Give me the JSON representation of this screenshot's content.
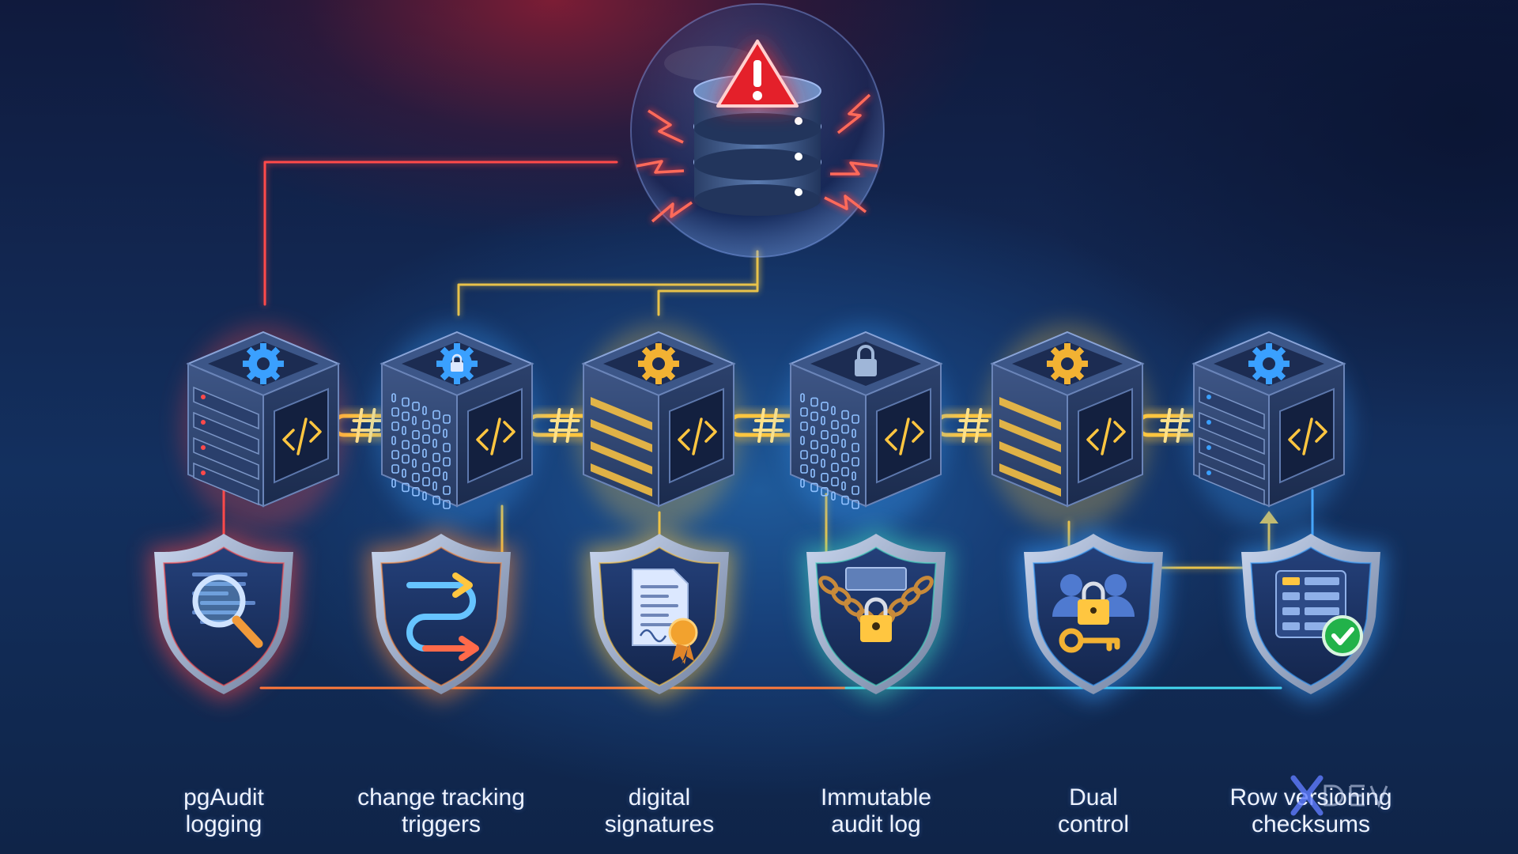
{
  "colors": {
    "red": "#ff4a4a",
    "gold": "#ffc640",
    "yellow_line": "#e8c24a",
    "blue": "#4aa8ff",
    "cyan": "#44d8f0",
    "navy": "#1c2f5a",
    "steel": "#3d5277"
  },
  "top_database": {
    "icons": [
      "warning-icon",
      "database-icon",
      "lightning-icon"
    ]
  },
  "chain": {
    "link_icon": "hash-chain-link-icon",
    "blocks": [
      {
        "glow": "#ff4a4a",
        "top_icon": "gear-icon",
        "top_color": "#3aa0ff",
        "face": "server"
      },
      {
        "glow": "#3aa0ff",
        "top_icon": "gear-lock-icon",
        "top_color": "#3aa0ff",
        "face": "binary"
      },
      {
        "glow": "#ffc640",
        "top_icon": "gear-icon",
        "top_color": "#f2b233",
        "face": "bars"
      },
      {
        "glow": "#3aa0ff",
        "top_icon": "lock-icon",
        "top_color": "#9fb6d8",
        "face": "binary"
      },
      {
        "glow": "#ffc640",
        "top_icon": "gear-icon",
        "top_color": "#f2b233",
        "face": "bars"
      },
      {
        "glow": "#3aa0ff",
        "top_icon": "gear-icon",
        "top_color": "#3aa0ff",
        "face": "server"
      }
    ]
  },
  "shields": [
    {
      "icon": "magnifier-icon",
      "glow": "#ff4a4a",
      "line1": "pgAudit",
      "line2": "logging"
    },
    {
      "icon": "arrows-icon",
      "glow": "#ff8a3a",
      "line1": "change tracking",
      "line2": "triggers"
    },
    {
      "icon": "document-seal-icon",
      "glow": "#ffc640",
      "line1": "digital",
      "line2": "signatures"
    },
    {
      "icon": "chain-padlock-icon",
      "glow": "#44d8c0",
      "line1": "Immutable",
      "line2": "audit log"
    },
    {
      "icon": "users-lock-key-icon",
      "glow": "#3aa0ff",
      "line1": "Dual",
      "line2": "control"
    },
    {
      "icon": "table-check-icon",
      "glow": "#3aa0ff",
      "line1": "Row versioning",
      "line2": "checksums"
    }
  ]
}
